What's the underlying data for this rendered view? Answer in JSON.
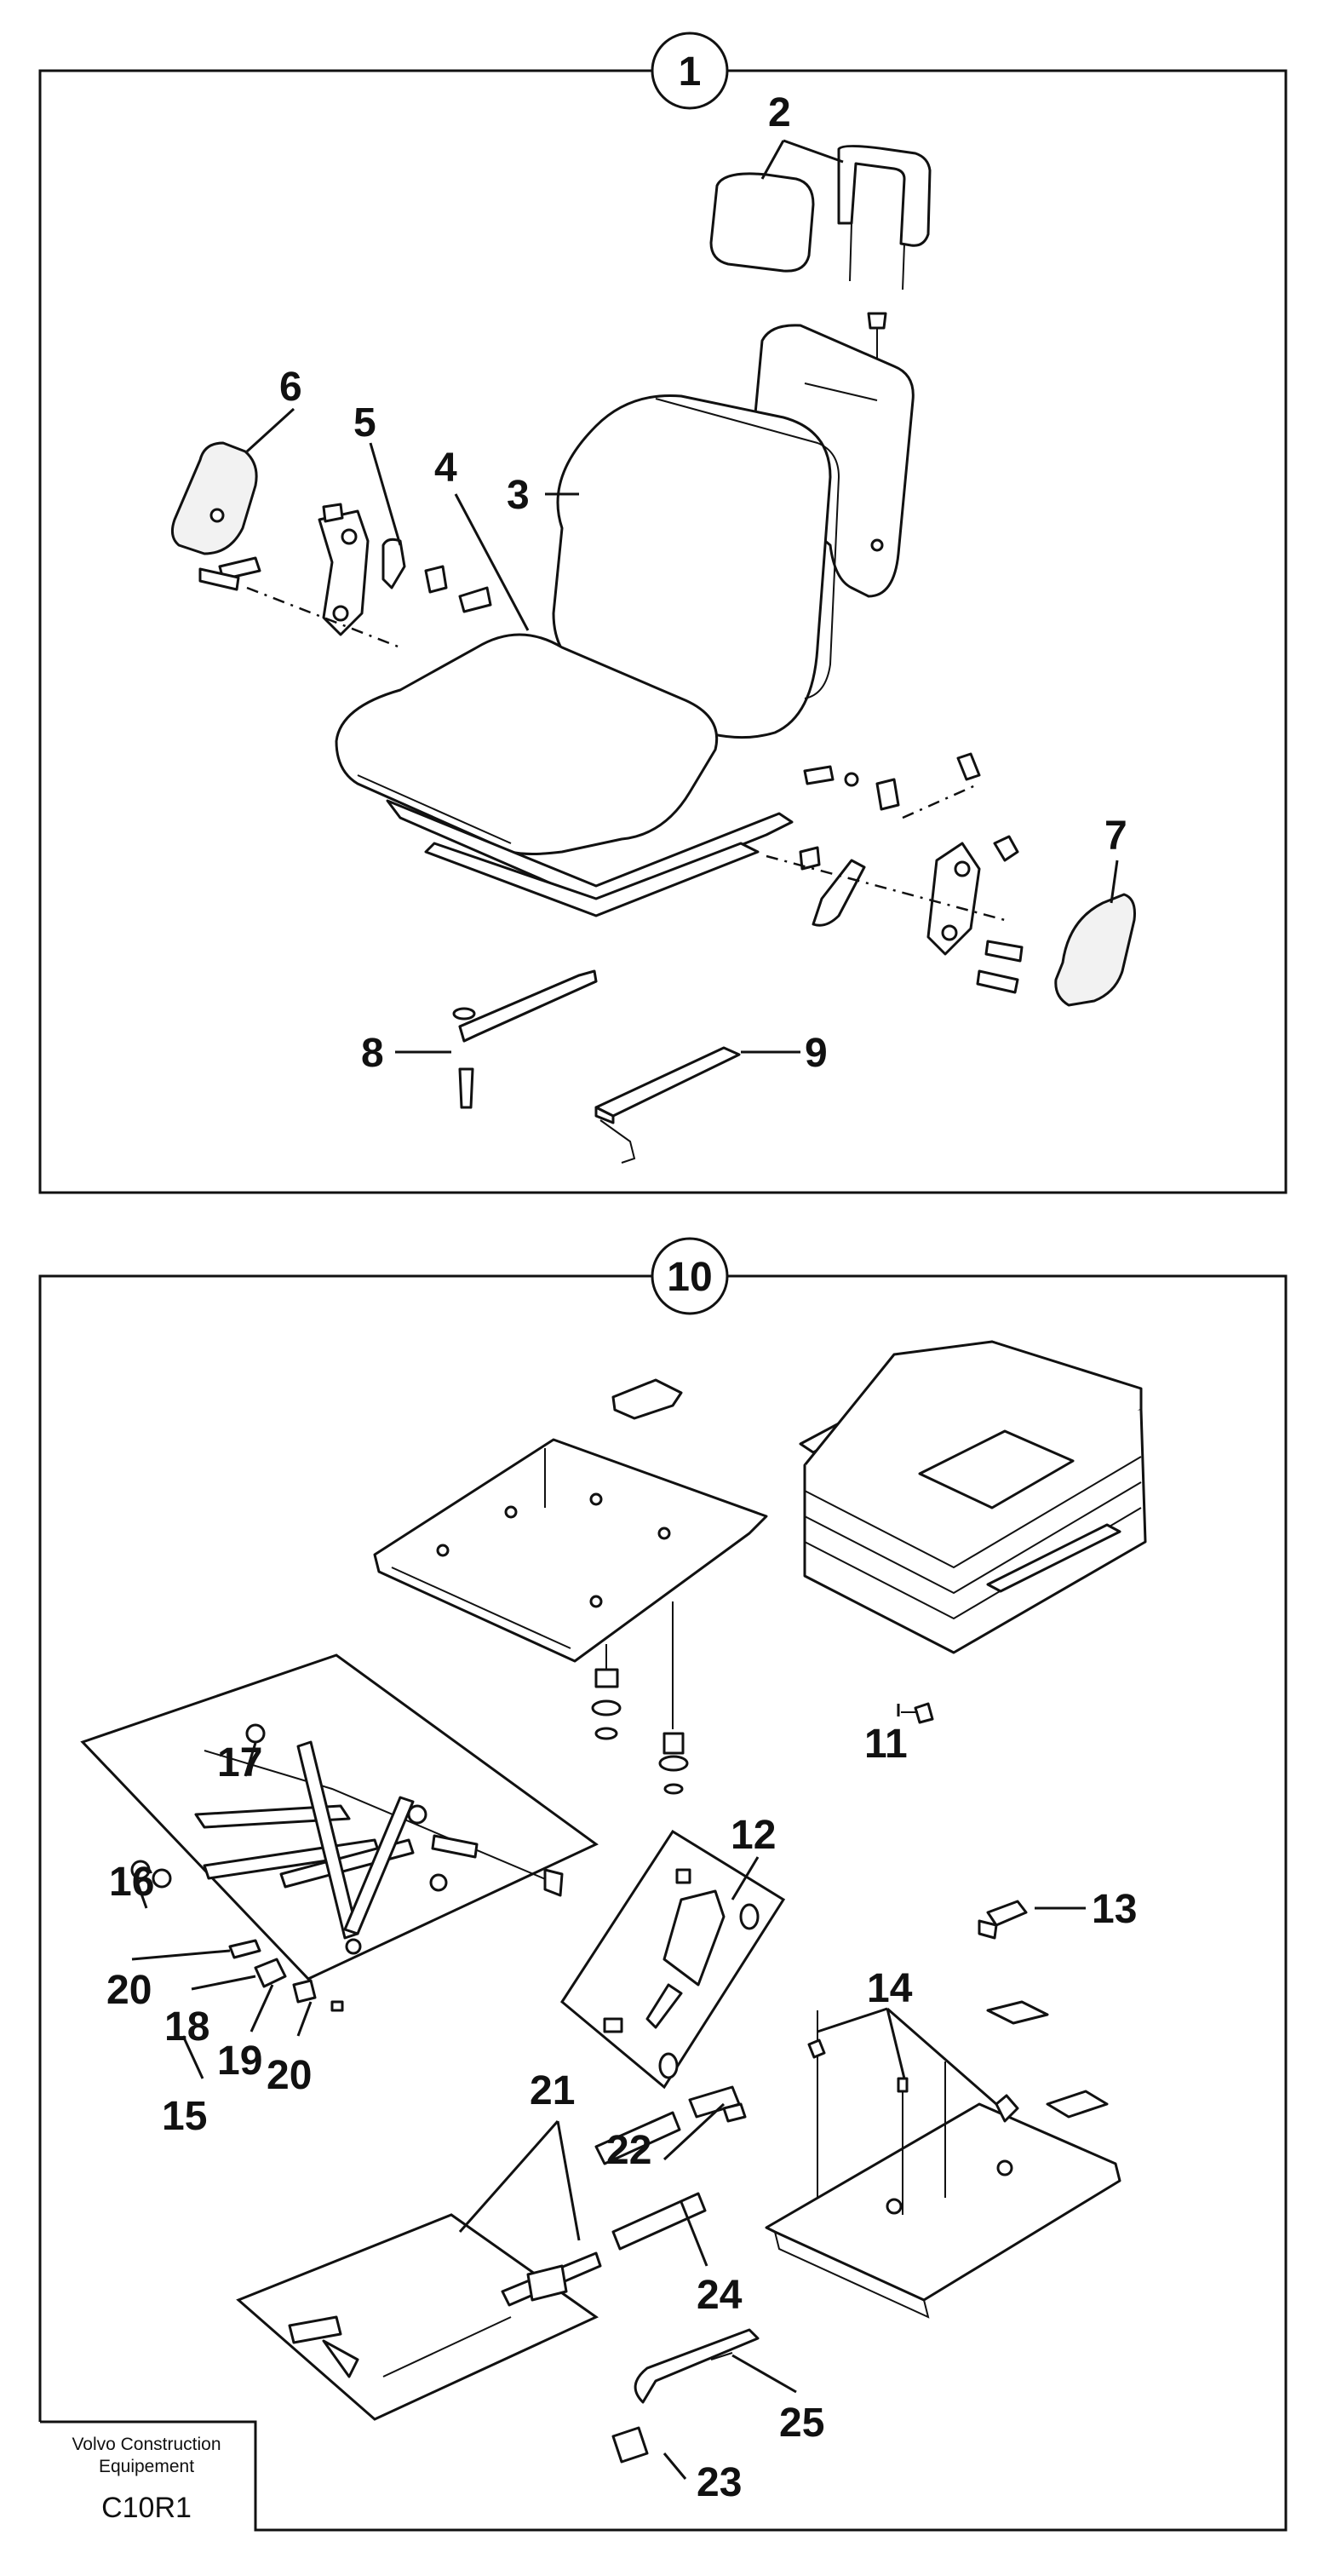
{
  "diagram": {
    "group_1": {
      "id": "1",
      "parts": {
        "headrest": "2",
        "backrest": "3",
        "seat_cushion": "4",
        "spring": "5",
        "cover_left": "6",
        "cover_right": "7",
        "slide_rail_left": "8",
        "slide_rail_right": "9"
      }
    },
    "group_10": {
      "id": "10",
      "parts": {
        "screw": "11",
        "gas_spring": "12",
        "valve": "13",
        "plug": "14",
        "linkage_kit": "15",
        "bushing": "16",
        "nut": "17",
        "plate_a": "18",
        "plate_b": "19",
        "clip_top": "20",
        "clip_bottom": "20",
        "lever_kit": "21",
        "lock_part": "22",
        "handle": "23",
        "tension_spring": "24",
        "spring_small": "25"
      }
    },
    "footer": {
      "maker_line1": "Volvo Construction",
      "maker_line2": "Equipement",
      "code": "C10R1"
    }
  }
}
